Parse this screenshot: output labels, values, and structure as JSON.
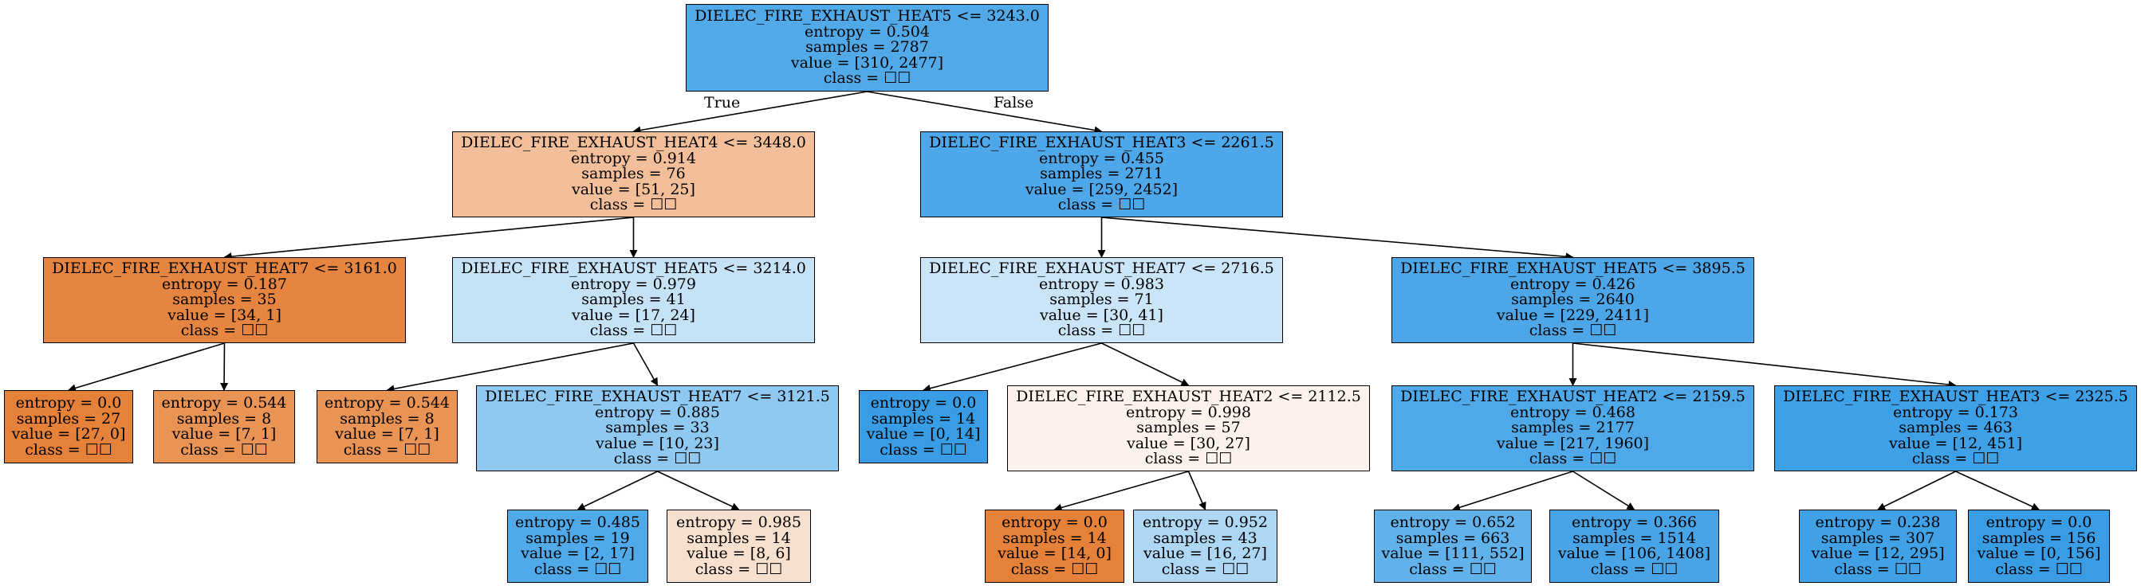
{
  "branch_labels": {
    "true_label": "True",
    "false_label": "False"
  },
  "colors": {
    "orange_class": "#e58139",
    "blue_class": "#399de5"
  },
  "nodes": [
    {
      "id": "n0",
      "split": "DIELEC_FIRE_EXHAUST_HEAT5 <= 3243.0",
      "entropy": "entropy = 0.504",
      "samples": "samples = 2787",
      "value": "value = [310, 2477]",
      "class": "class = ☐☐",
      "fill": "#52a9e8"
    },
    {
      "id": "n1",
      "split": "DIELEC_FIRE_EXHAUST_HEAT4 <= 3448.0",
      "entropy": "entropy = 0.914",
      "samples": "samples = 76",
      "value": "value = [51, 25]",
      "class": "class = ☐☐",
      "fill": "#f2bf9a"
    },
    {
      "id": "n2",
      "split": "DIELEC_FIRE_EXHAUST_HEAT3 <= 2261.5",
      "entropy": "entropy = 0.455",
      "samples": "samples = 2711",
      "value": "value = [259, 2452]",
      "class": "class = ☐☐",
      "fill": "#4ea7e8"
    },
    {
      "id": "n3",
      "split": "DIELEC_FIRE_EXHAUST_HEAT7 <= 3161.0",
      "entropy": "entropy = 0.187",
      "samples": "samples = 35",
      "value": "value = [34, 1]",
      "class": "class = ☐☐",
      "fill": "#e6853f"
    },
    {
      "id": "n4",
      "split": "DIELEC_FIRE_EXHAUST_HEAT5 <= 3214.0",
      "entropy": "entropy = 0.979",
      "samples": "samples = 41",
      "value": "value = [17, 24]",
      "class": "class = ☐☐",
      "fill": "#c5e2f7"
    },
    {
      "id": "n5",
      "split": "DIELEC_FIRE_EXHAUST_HEAT7 <= 2716.5",
      "entropy": "entropy = 0.983",
      "samples": "samples = 71",
      "value": "value = [30, 41]",
      "class": "class = ☐☐",
      "fill": "#cae5f8"
    },
    {
      "id": "n6",
      "split": "DIELEC_FIRE_EXHAUST_HEAT5 <= 3895.5",
      "entropy": "entropy = 0.426",
      "samples": "samples = 2640",
      "value": "value = [229, 2411]",
      "class": "class = ☐☐",
      "fill": "#4ca6e7"
    },
    {
      "id": "n7",
      "split": "",
      "entropy": "entropy = 0.0",
      "samples": "samples = 27",
      "value": "value = [27, 0]",
      "class": "class = ☐☐",
      "fill": "#e58139"
    },
    {
      "id": "n8",
      "split": "",
      "entropy": "entropy = 0.544",
      "samples": "samples = 8",
      "value": "value = [7, 1]",
      "class": "class = ☐☐",
      "fill": "#e99355"
    },
    {
      "id": "n9",
      "split": "",
      "entropy": "entropy = 0.544",
      "samples": "samples = 8",
      "value": "value = [7, 1]",
      "class": "class = ☐☐",
      "fill": "#e99355"
    },
    {
      "id": "n10",
      "split": "DIELEC_FIRE_EXHAUST_HEAT7 <= 3121.5",
      "entropy": "entropy = 0.885",
      "samples": "samples = 33",
      "value": "value = [10, 23]",
      "class": "class = ☐☐",
      "fill": "#8fc8f0"
    },
    {
      "id": "n11",
      "split": "",
      "entropy": "entropy = 0.0",
      "samples": "samples = 14",
      "value": "value = [0, 14]",
      "class": "class = ☐☐",
      "fill": "#399de5"
    },
    {
      "id": "n12",
      "split": "DIELEC_FIRE_EXHAUST_HEAT2 <= 2112.5",
      "entropy": "entropy = 0.998",
      "samples": "samples = 57",
      "value": "value = [30, 27]",
      "class": "class = ☐☐",
      "fill": "#fcf2eb"
    },
    {
      "id": "n13",
      "split": "DIELEC_FIRE_EXHAUST_HEAT2 <= 2159.5",
      "entropy": "entropy = 0.468",
      "samples": "samples = 2177",
      "value": "value = [217, 1960]",
      "class": "class = ☐☐",
      "fill": "#4fa8e8"
    },
    {
      "id": "n14",
      "split": "DIELEC_FIRE_EXHAUST_HEAT3 <= 2325.5",
      "entropy": "entropy = 0.173",
      "samples": "samples = 463",
      "value": "value = [12, 451]",
      "class": "class = ☐☐",
      "fill": "#3ea0e6"
    },
    {
      "id": "n15",
      "split": "",
      "entropy": "entropy = 0.485",
      "samples": "samples = 19",
      "value": "value = [2, 17]",
      "class": "class = ☐☐",
      "fill": "#50a9e8"
    },
    {
      "id": "n16",
      "split": "",
      "entropy": "entropy = 0.985",
      "samples": "samples = 14",
      "value": "value = [8, 6]",
      "class": "class = ☐☐",
      "fill": "#f8e0ce"
    },
    {
      "id": "n17",
      "split": "",
      "entropy": "entropy = 0.0",
      "samples": "samples = 14",
      "value": "value = [14, 0]",
      "class": "class = ☐☐",
      "fill": "#e58139"
    },
    {
      "id": "n18",
      "split": "",
      "entropy": "entropy = 0.952",
      "samples": "samples = 43",
      "value": "value = [16, 27]",
      "class": "class = ☐☐",
      "fill": "#aed7f4"
    },
    {
      "id": "n19",
      "split": "",
      "entropy": "entropy = 0.652",
      "samples": "samples = 663",
      "value": "value = [111, 552]",
      "class": "class = ☐☐",
      "fill": "#61b1ea"
    },
    {
      "id": "n20",
      "split": "",
      "entropy": "entropy = 0.366",
      "samples": "samples = 1514",
      "value": "value = [106, 1408]",
      "class": "class = ☐☐",
      "fill": "#48a4e7"
    },
    {
      "id": "n21",
      "split": "",
      "entropy": "entropy = 0.238",
      "samples": "samples = 307",
      "value": "value = [12, 295]",
      "class": "class = ☐☐",
      "fill": "#41a1e6"
    },
    {
      "id": "n22",
      "split": "",
      "entropy": "entropy = 0.0",
      "samples": "samples = 156",
      "value": "value = [0, 156]",
      "class": "class = ☐☐",
      "fill": "#399de5"
    }
  ]
}
